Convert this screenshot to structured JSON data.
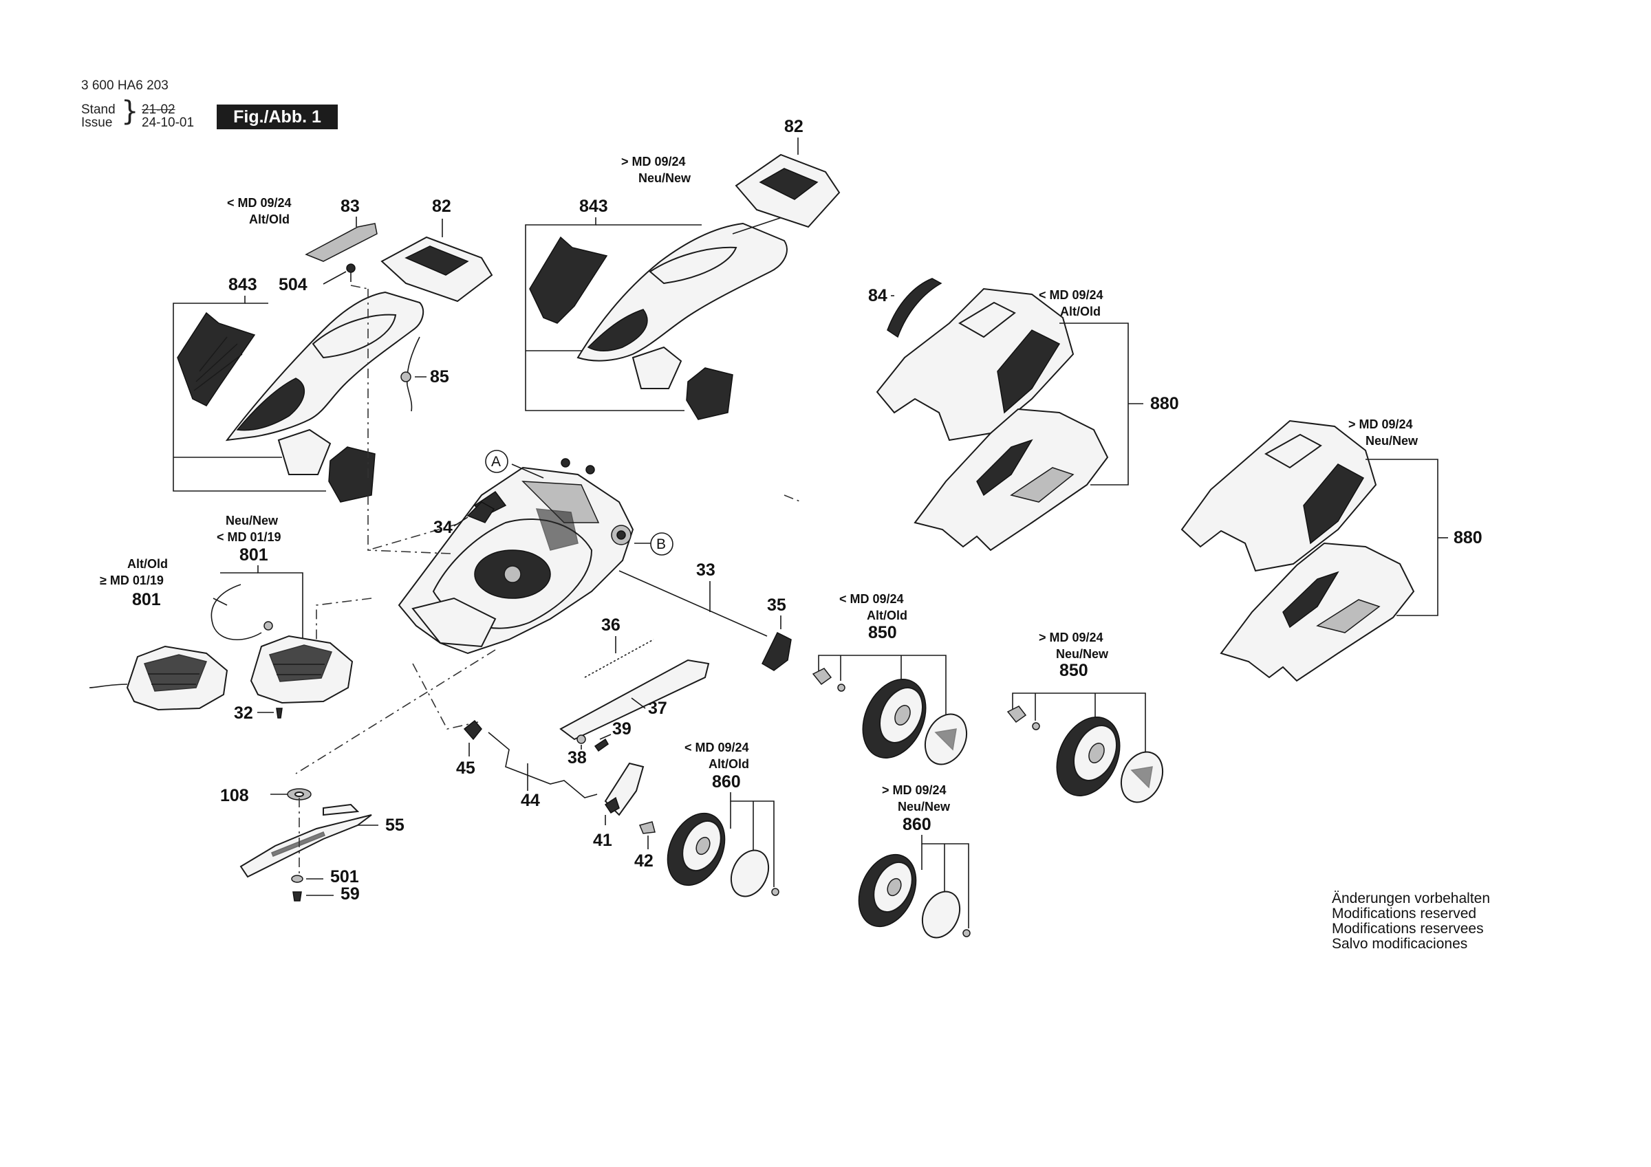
{
  "header": {
    "doc_number": "3 600 HA6 203",
    "stand_label": "Stand",
    "stand_date_struck": "21-02",
    "issue_label": "Issue",
    "issue_date": "24-10-01",
    "figure_badge": "Fig./Abb. 1"
  },
  "notes": {
    "lt_md_0924": "< MD 09/24",
    "gt_md_0924": "> MD 09/24",
    "lt_md_0119": "< MD 01/19",
    "ge_md_0119": "≥ MD 01/19",
    "alt_old": "Alt/Old",
    "neu_new": "Neu/New"
  },
  "callouts": {
    "A": "A",
    "B": "B"
  },
  "parts": {
    "p32": "32",
    "p33": "33",
    "p34": "34",
    "p35": "35",
    "p36": "36",
    "p37": "37",
    "p38": "38",
    "p39": "39",
    "p41": "41",
    "p42": "42",
    "p44": "44",
    "p45": "45",
    "p55": "55",
    "p59": "59",
    "p82": "82",
    "p83": "83",
    "p84": "84",
    "p85": "85",
    "p108": "108",
    "p501": "501",
    "p504": "504",
    "p801": "801",
    "p843": "843",
    "p850": "850",
    "p860": "860",
    "p880": "880"
  },
  "footer_notice": [
    "Änderungen vorbehalten",
    "Modifications reserved",
    "Modifications reservees",
    "Salvo modificaciones"
  ]
}
